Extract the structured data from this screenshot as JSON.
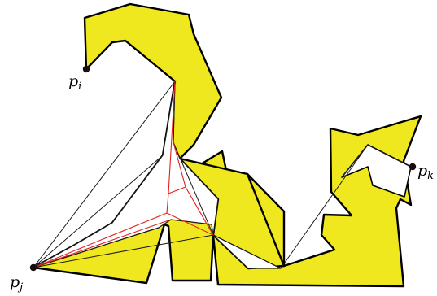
{
  "figure": {
    "colors": {
      "fill": "#f0e81f",
      "outline": "#000000",
      "inner_polygon": "#ffffff",
      "tree_edges": "#e0201c",
      "chords": "#1a1a1a",
      "points": "#1a0c0c"
    },
    "points": [
      {
        "id": "pi",
        "base": "p",
        "subscript": "i"
      },
      {
        "id": "pj",
        "base": "p",
        "subscript": "j"
      },
      {
        "id": "pk",
        "base": "p",
        "subscript": "k"
      }
    ]
  }
}
